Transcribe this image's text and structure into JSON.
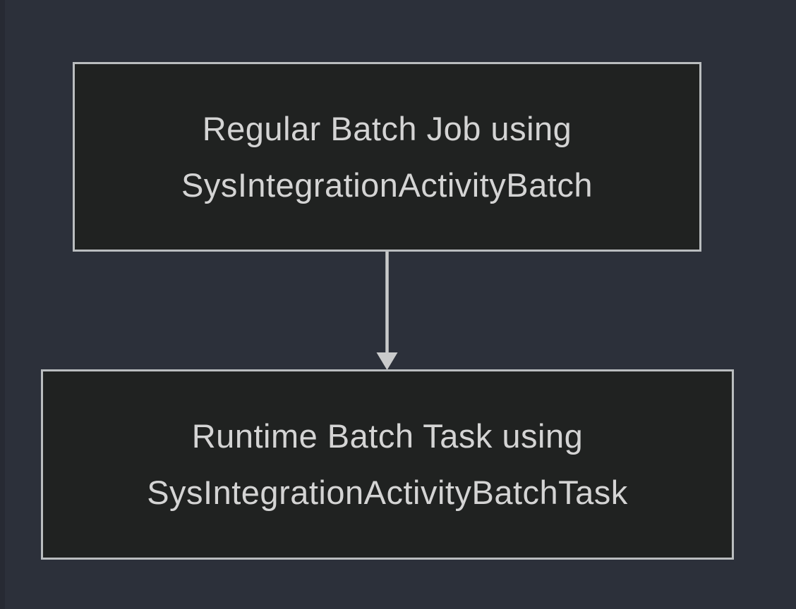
{
  "canvas": {
    "background_color": "#2c303a",
    "left_edge_strip_color": "#272a33"
  },
  "diagram": {
    "type": "flowchart",
    "direction": "top-to-bottom",
    "nodes": [
      {
        "id": "regular-batch-job",
        "label_line1": "Regular Batch Job using",
        "label_line2": "SysIntegrationActivityBatch",
        "fill_color": "#202221",
        "border_color": "#babdbf",
        "text_color": "#d4d4d4"
      },
      {
        "id": "runtime-batch-task",
        "label_line1": "Runtime Batch Task using",
        "label_line2": "SysIntegrationActivityBatchTask",
        "fill_color": "#202221",
        "border_color": "#babdbf",
        "text_color": "#d4d4d4"
      }
    ],
    "edges": [
      {
        "from": "regular-batch-job",
        "to": "runtime-batch-task",
        "line_style": "solid",
        "arrowhead": "filled-triangle-down",
        "color": "#c9cacb"
      }
    ]
  }
}
